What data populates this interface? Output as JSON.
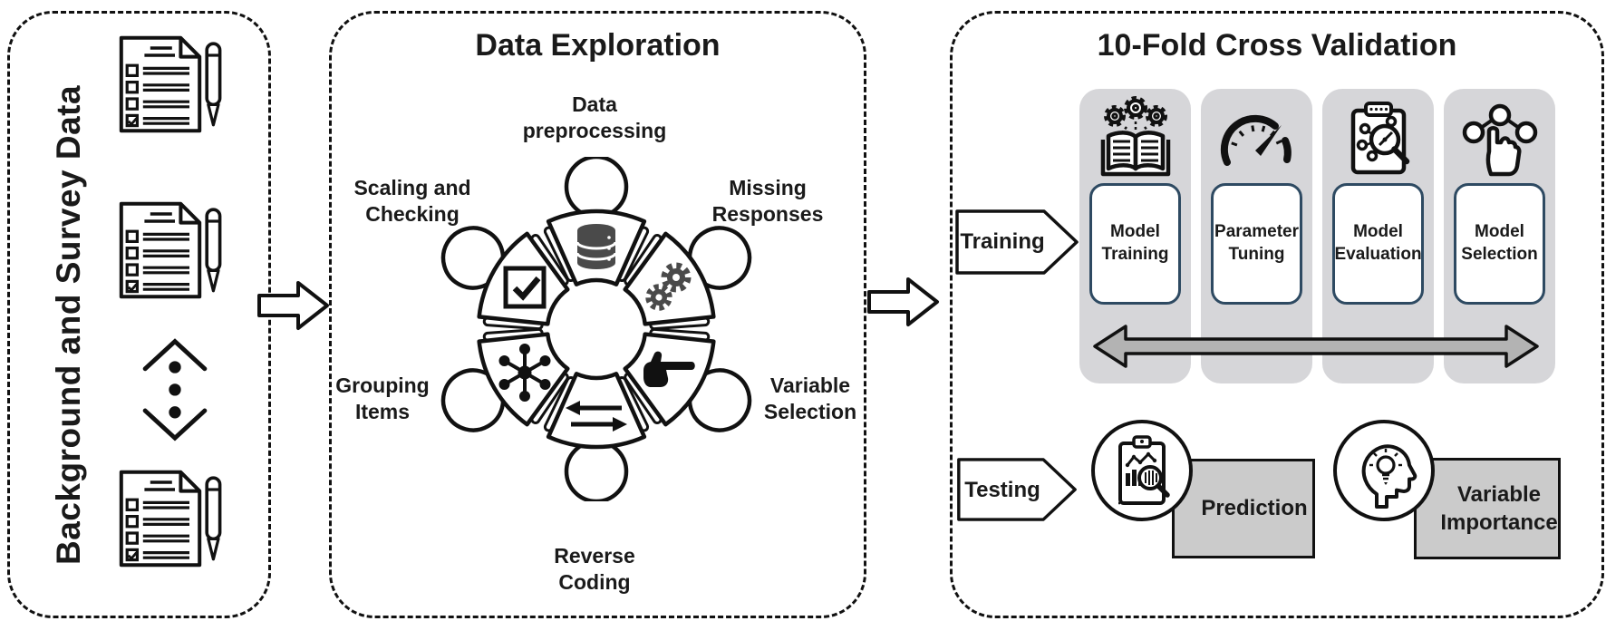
{
  "colors": {
    "border": "#111111",
    "column_bg": "#d6d6d9",
    "white_box_border": "#2e4a62",
    "gray_box_bg": "#cbcbcb",
    "big_arrow_fill": "#b3b3b3",
    "dark_icon_gray": "#4a4a4a"
  },
  "left_panel": {
    "title": "Background and Survey Data",
    "icons": [
      "survey-checklist-icon",
      "survey-checklist-icon",
      "ellipsis-separator-icon",
      "survey-checklist-icon"
    ]
  },
  "middle_panel": {
    "title": "Data Exploration",
    "ring_steps": [
      {
        "label": "Data preprocessing",
        "icon": "database-icon"
      },
      {
        "label": "Missing Responses",
        "icon": "gears-icon"
      },
      {
        "label": "Variable Selection",
        "icon": "pointing-hand-icon"
      },
      {
        "label": "Reverse Coding",
        "icon": "swap-arrows-icon"
      },
      {
        "label": "Grouping Items",
        "icon": "network-icon"
      },
      {
        "label": "Scaling and Checking",
        "icon": "checkbox-icon"
      }
    ]
  },
  "right_panel": {
    "title": "10-Fold Cross Validation",
    "training_row": {
      "label": "Training",
      "columns": [
        {
          "label": "Model Training",
          "icon": "book-gears-icon"
        },
        {
          "label": "Parameter Tuning",
          "icon": "speedometer-icon"
        },
        {
          "label": "Model Evaluation",
          "icon": "clipboard-magnifier-icon"
        },
        {
          "label": "Model Selection",
          "icon": "hand-select-icon"
        }
      ]
    },
    "testing_row": {
      "label": "Testing",
      "items": [
        {
          "label": "Prediction",
          "icon": "clipboard-chart-icon"
        },
        {
          "label": "Variable Importance",
          "icon": "head-bulb-icon"
        }
      ]
    }
  }
}
